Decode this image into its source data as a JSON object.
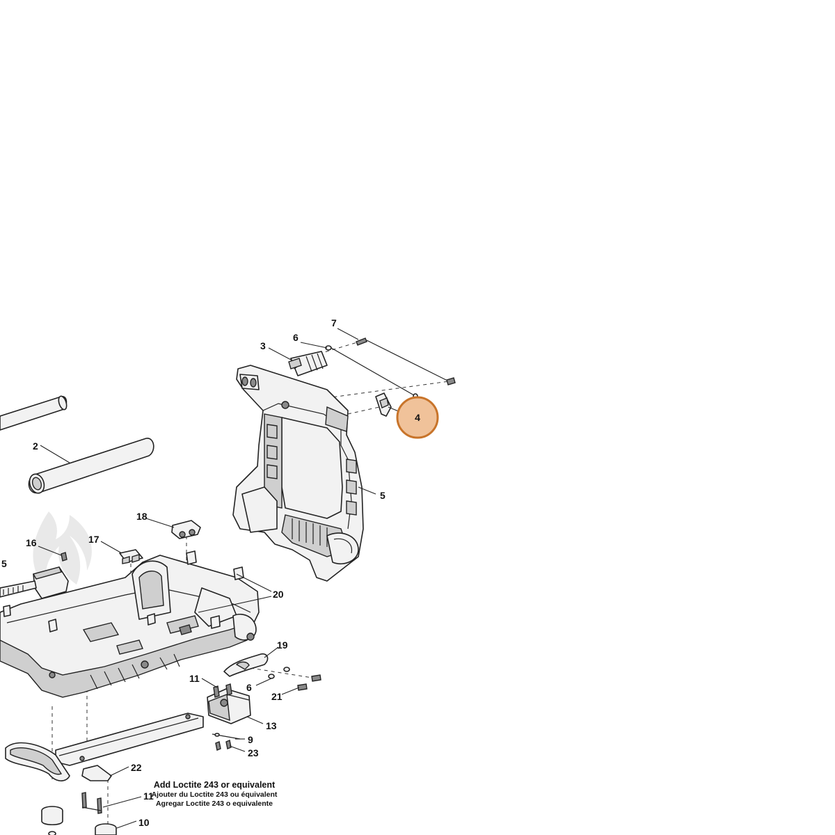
{
  "highlight": {
    "label": "4",
    "fill": "#f0c29a",
    "stroke": "#c8742a"
  },
  "callouts": {
    "c2": "2",
    "c3": "3",
    "c5a": "5",
    "c5b": "5",
    "c6a": "6",
    "c6b": "6",
    "c7": "7",
    "c9": "9",
    "c10": "10",
    "c11a": "11",
    "c11b": "11",
    "c13": "13",
    "c16": "16",
    "c17": "17",
    "c18": "18",
    "c19": "19",
    "c20": "20",
    "c21": "21",
    "c22": "22",
    "c23": "23"
  },
  "note": {
    "line1": "Add Loctite 243 or equivalent",
    "line2": "Ajouter du Loctite 243 ou équivalent",
    "line3": "Agregar Loctite 243 o equivalente"
  }
}
